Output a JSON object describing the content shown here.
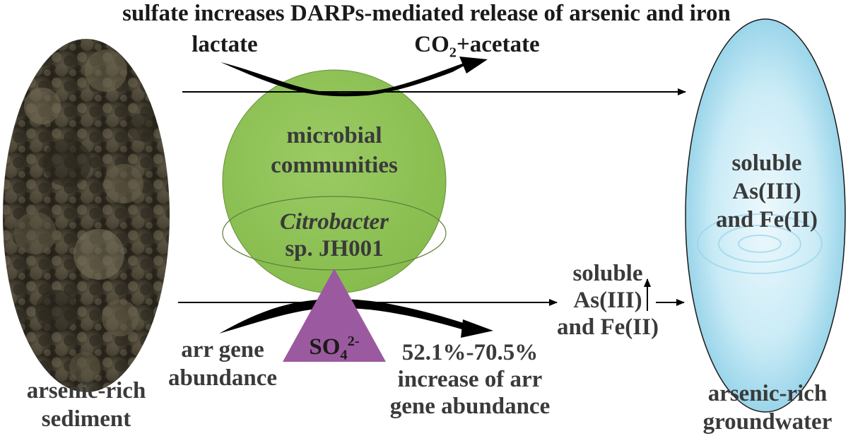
{
  "title": "sulfate increases DARPs-mediated release of arsenic and iron",
  "top": {
    "lactate": "lactate",
    "co2_main": "CO",
    "co2_sub": "2",
    "co2_rest": "+acetate"
  },
  "circle": {
    "line1": "microbial",
    "line2": "communities",
    "strain_italic": "Citrobacter",
    "strain_rest": "sp. JH001"
  },
  "sulfate": {
    "main": "SO",
    "sub": "4",
    "sup": "2-"
  },
  "bottom": {
    "arr_line1": "arr gene",
    "arr_line2": "abundance",
    "increase_line1": "52.1%-70.5%",
    "increase_line2": "increase of arr",
    "increase_line3": "gene abundance",
    "soluble_line1": "soluble",
    "soluble_line2": "As(III)",
    "soluble_line3": "and Fe(II)"
  },
  "sediment": {
    "line1": "arsenic-rich",
    "line2": "sediment"
  },
  "groundwater": {
    "label_line1": "arsenic-rich",
    "label_line2": "groundwater",
    "inner_line1": "soluble",
    "inner_line2": "As(III)",
    "inner_line3": "and Fe(II)"
  },
  "colors": {
    "circle_fill": "#8dc353",
    "triangle_fill": "#9b5a9f",
    "sediment_dark": "#3a3528",
    "water_light": "#e3f6fc",
    "water_mid": "#8ccfe8"
  }
}
